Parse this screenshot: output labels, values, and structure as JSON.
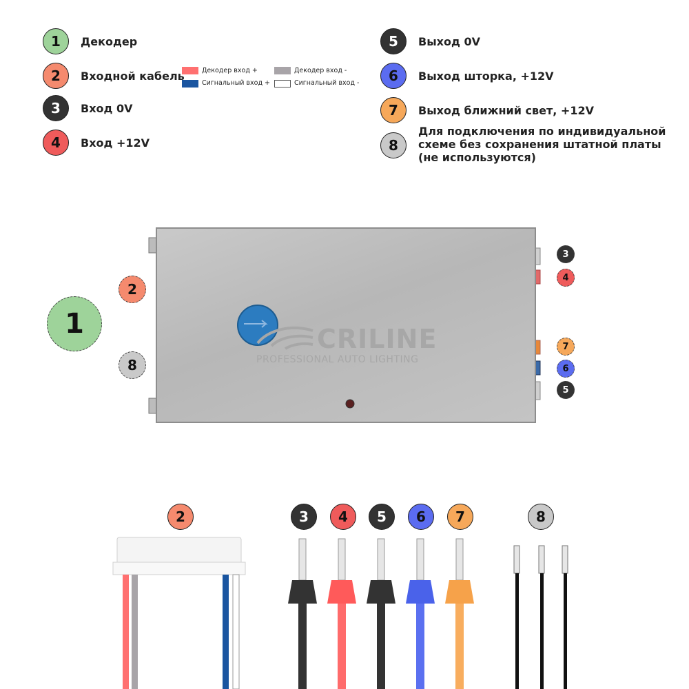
{
  "legend": [
    {
      "num": "1",
      "label": "Декодер",
      "color": "#9ed39a"
    },
    {
      "num": "2",
      "label": "Входной кабель",
      "color": "#f58a6e"
    },
    {
      "num": "3",
      "label": "Вход 0V",
      "color": "#333333"
    },
    {
      "num": "4",
      "label": "Вход +12V",
      "color": "#ef5b5b"
    },
    {
      "num": "5",
      "label": "Выход 0V",
      "color": "#333333"
    },
    {
      "num": "6",
      "label": "Выход шторка, +12V",
      "color": "#5b6cf0"
    },
    {
      "num": "7",
      "label": "Выход ближний свет, +12V",
      "color": "#f6a85a"
    },
    {
      "num": "8",
      "label": "Для подключения по индивидуальной схеме без сохранения штатной платы (не используются)",
      "color": "#c9c9c9"
    }
  ],
  "cable_legend": [
    {
      "label": "Декодер вход +",
      "color": "#ff7070"
    },
    {
      "label": "Сигнальный вход +",
      "color": "#1a55a0"
    },
    {
      "label": "Декодер вход -",
      "color": "#a8a4a8"
    },
    {
      "label": "Сигнальный вход -",
      "color": "#ffffff"
    }
  ],
  "device": {
    "brand": "CRILINE",
    "tagline": "PROFESSIONAL AUTO LIGHTING",
    "callouts": {
      "main": "1",
      "input": "2",
      "unused": "8",
      "in0": "3",
      "in12": "4",
      "low": "7",
      "shutter": "6",
      "out0": "5"
    }
  },
  "wires": {
    "labels": [
      "2",
      "3",
      "4",
      "5",
      "6",
      "7",
      "8"
    ],
    "ferrule_colors": [
      "#333333",
      "#ff5a5a",
      "#333333",
      "#4a62ea",
      "#f6a24a"
    ]
  }
}
